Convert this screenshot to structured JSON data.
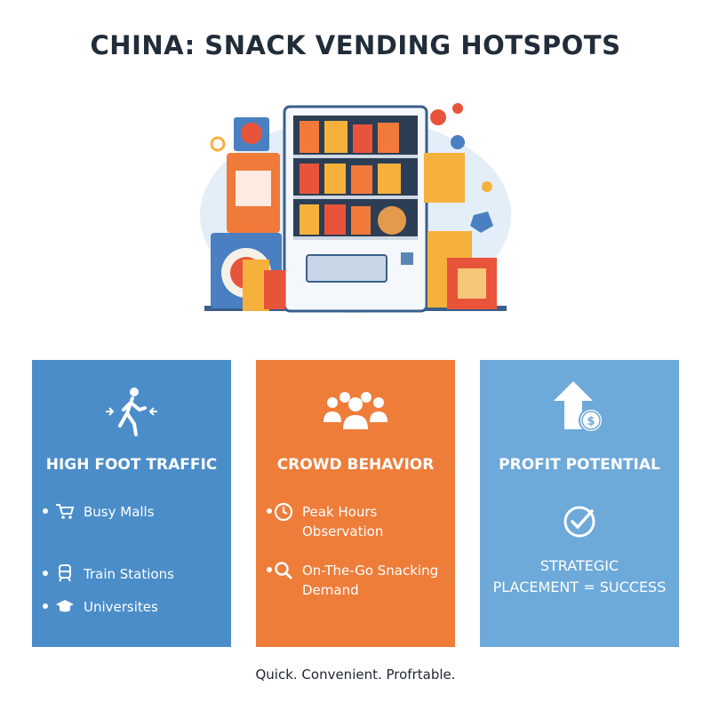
{
  "page": {
    "title": "CHINA: SNACK VENDING HOTSPOTS"
  },
  "hero": {
    "icon": "vending-machine-with-snacks"
  },
  "cards": [
    {
      "color": "#4a8dc9",
      "icon": "walking-person-icon",
      "heading": "HIGH FOOT TRAFFIC",
      "items": [
        {
          "icon": "shopping-cart-icon",
          "label": "Busy Malls"
        },
        {
          "icon": "train-icon",
          "label": "Train Stations"
        },
        {
          "icon": "graduation-cap-icon",
          "label": "Universites"
        }
      ]
    },
    {
      "color": "#ee7d3a",
      "icon": "crowd-icon",
      "heading": "CROWD BEHAVIOR",
      "items": [
        {
          "icon": "clock-icon",
          "label": "Peak Hours Observation"
        },
        {
          "icon": "magnifier-icon",
          "label": "On-The-Go Snacking Demand"
        }
      ]
    },
    {
      "color": "#6da9d9",
      "icon": "arrow-up-dollar-icon",
      "heading": "PROFIT POTENTIAL",
      "check_icon": "check-circle-icon",
      "line1": "STRATEGIC",
      "line2": "PLACEMENT = SUCCESS"
    }
  ],
  "footer": {
    "tagline": "Quick. Convenient. Profrtable."
  }
}
